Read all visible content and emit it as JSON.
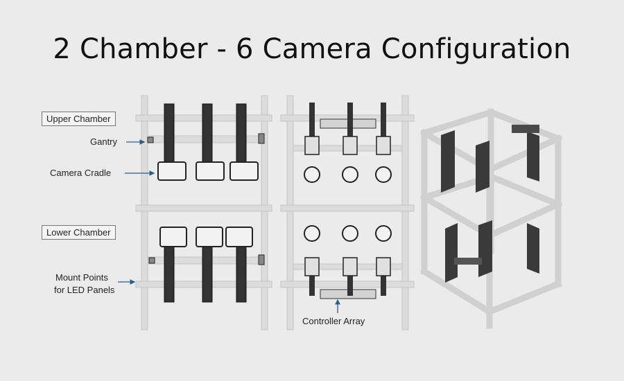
{
  "title": "2 Chamber - 6 Camera Configuration",
  "labels": {
    "upper_chamber": "Upper Chamber",
    "gantry": "Gantry",
    "camera_cradle": "Camera Cradle",
    "lower_chamber": "Lower Chamber",
    "mount_points_line1": "Mount Points",
    "mount_points_line2": "for LED Panels",
    "controller_array": "Controller Array"
  },
  "colors": {
    "background": "#ebebeb",
    "frame": "#d9d9d9",
    "dark": "#2a2a2a",
    "arrow": "#2c5d87"
  }
}
